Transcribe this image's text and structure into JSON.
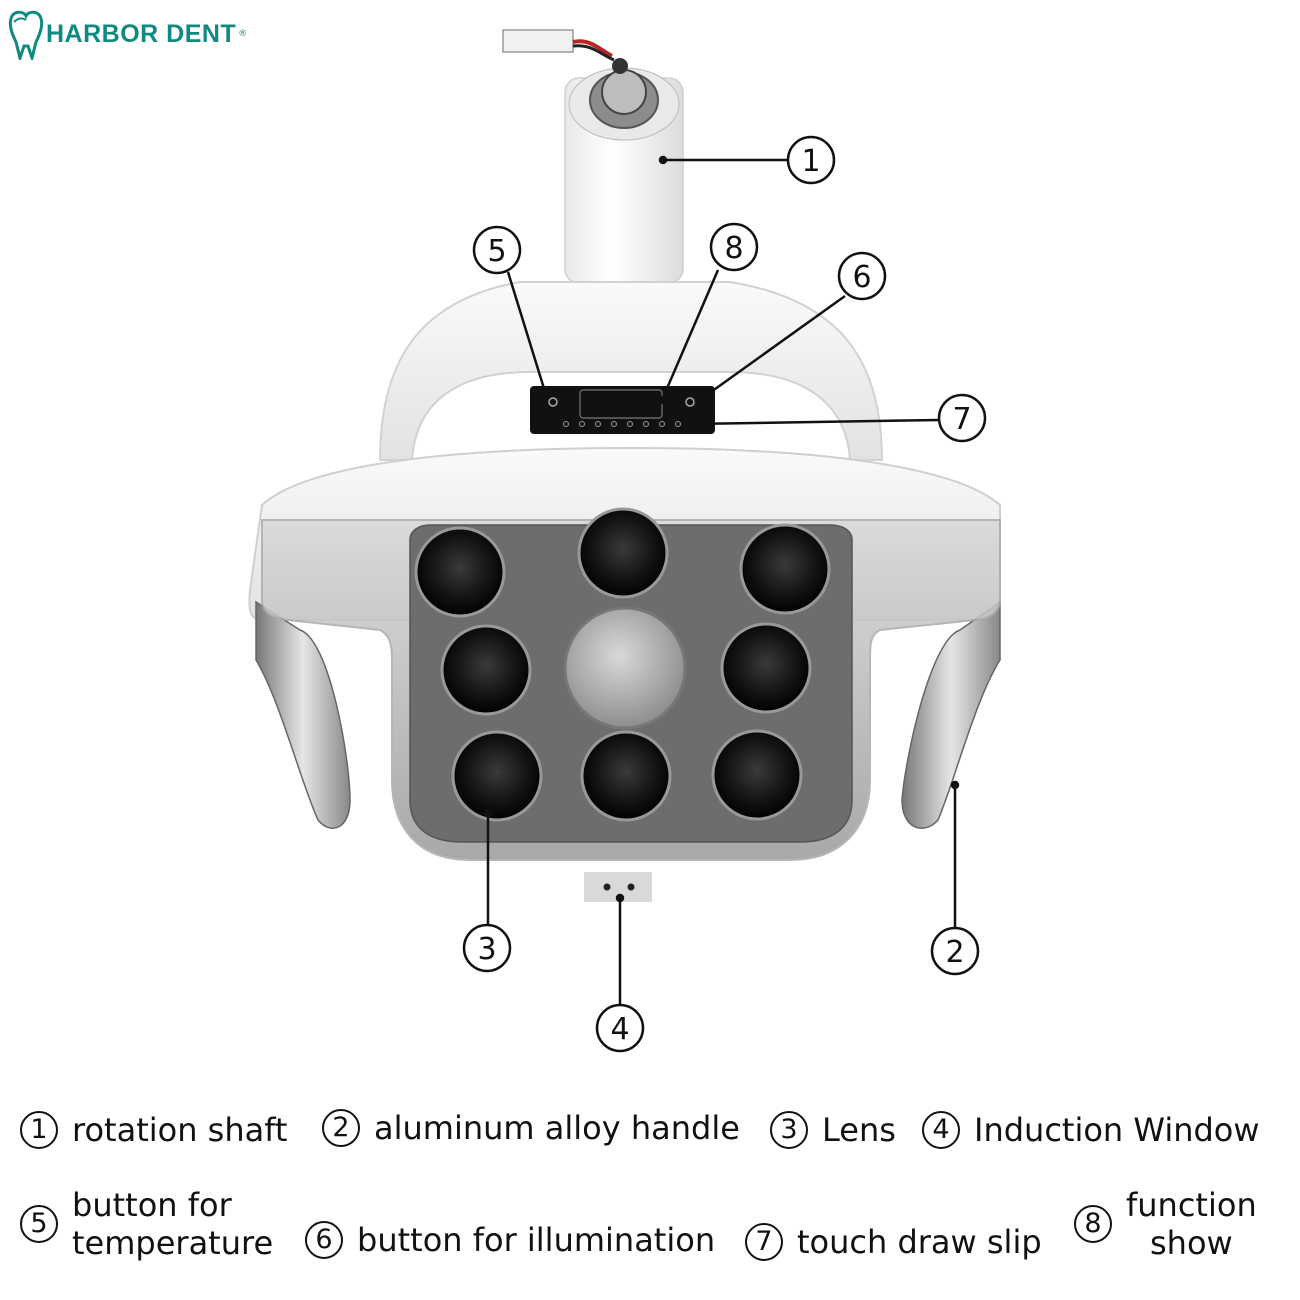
{
  "brand": {
    "name": "HARBOR DENT",
    "reg_mark": "®",
    "logo_icon": "tooth-logo-icon",
    "color": "#0f8a80"
  },
  "callouts": [
    {
      "num": "1"
    },
    {
      "num": "2"
    },
    {
      "num": "3"
    },
    {
      "num": "4"
    },
    {
      "num": "5"
    },
    {
      "num": "6"
    },
    {
      "num": "7"
    },
    {
      "num": "8"
    }
  ],
  "legend": [
    {
      "num": "1",
      "text": "rotation shaft"
    },
    {
      "num": "2",
      "text": "aluminum alloy handle"
    },
    {
      "num": "3",
      "text": "Lens"
    },
    {
      "num": "4",
      "text": "Induction Window"
    },
    {
      "num": "5",
      "line1": "button for",
      "line2": "temperature"
    },
    {
      "num": "6",
      "text": "button for illumination"
    },
    {
      "num": "7",
      "text": "touch draw slip"
    },
    {
      "num": "8",
      "line1": "function",
      "line2": "show"
    }
  ]
}
